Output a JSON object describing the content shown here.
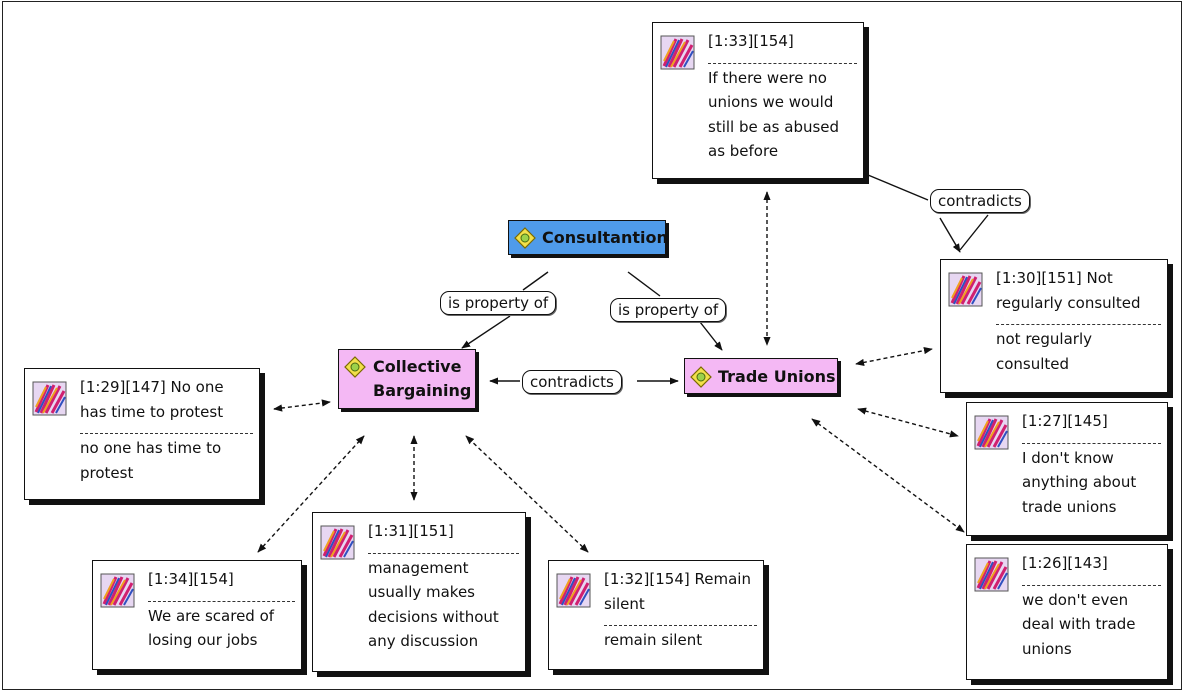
{
  "colors": {
    "code_blue": "#4f9bea",
    "code_pink": "#f4b8f4",
    "line": "#111111"
  },
  "icons": {
    "quotation": "quotation-document-icon",
    "code": "code-diamond-icon"
  },
  "codes": {
    "consultation": "Consultantion",
    "collective_1": "Collective",
    "collective_2": "Bargaining",
    "trade_unions": "Trade Unions"
  },
  "relations": {
    "is_property_of_1": "is property of",
    "is_property_of_2": "is property of",
    "contradicts_center": "contradicts",
    "contradicts_top": "contradicts"
  },
  "quotes": {
    "q133": {
      "lines": [
        "[1:33][154]"
      ],
      "sep": "--------------------",
      "body": [
        "If there were no",
        "unions we would",
        "still be as abused",
        "as before"
      ]
    },
    "q130": {
      "lines": [
        "[1:30][151] Not",
        "regularly consulted"
      ],
      "sep": "--------------------",
      "body": [
        "not regularly",
        "consulted"
      ]
    },
    "q127": {
      "lines": [
        "[1:27][145]"
      ],
      "sep": "--------------------",
      "body": [
        "I don't know",
        "anything about",
        "trade unions"
      ]
    },
    "q126": {
      "lines": [
        "[1:26][143]"
      ],
      "sep": "--------------------",
      "body": [
        "we don't even",
        "deal with trade",
        "unions"
      ]
    },
    "q129": {
      "lines": [
        "[1:29][147] No one",
        "has time to protest"
      ],
      "sep": "--------------------",
      "body": [
        "no one has time to",
        "protest"
      ]
    },
    "q134": {
      "lines": [
        "[1:34][154]"
      ],
      "sep": "--------------------",
      "body": [
        "We are scared of",
        "losing our jobs"
      ]
    },
    "q131": {
      "lines": [
        "[1:31][151]"
      ],
      "sep": "--------------------",
      "body": [
        "management",
        "usually makes",
        "decisions without",
        "any discussion"
      ]
    },
    "q132": {
      "lines": [
        "[1:32][154] Remain",
        "silent"
      ],
      "sep": "--------------------",
      "body": [
        "remain silent"
      ]
    }
  }
}
